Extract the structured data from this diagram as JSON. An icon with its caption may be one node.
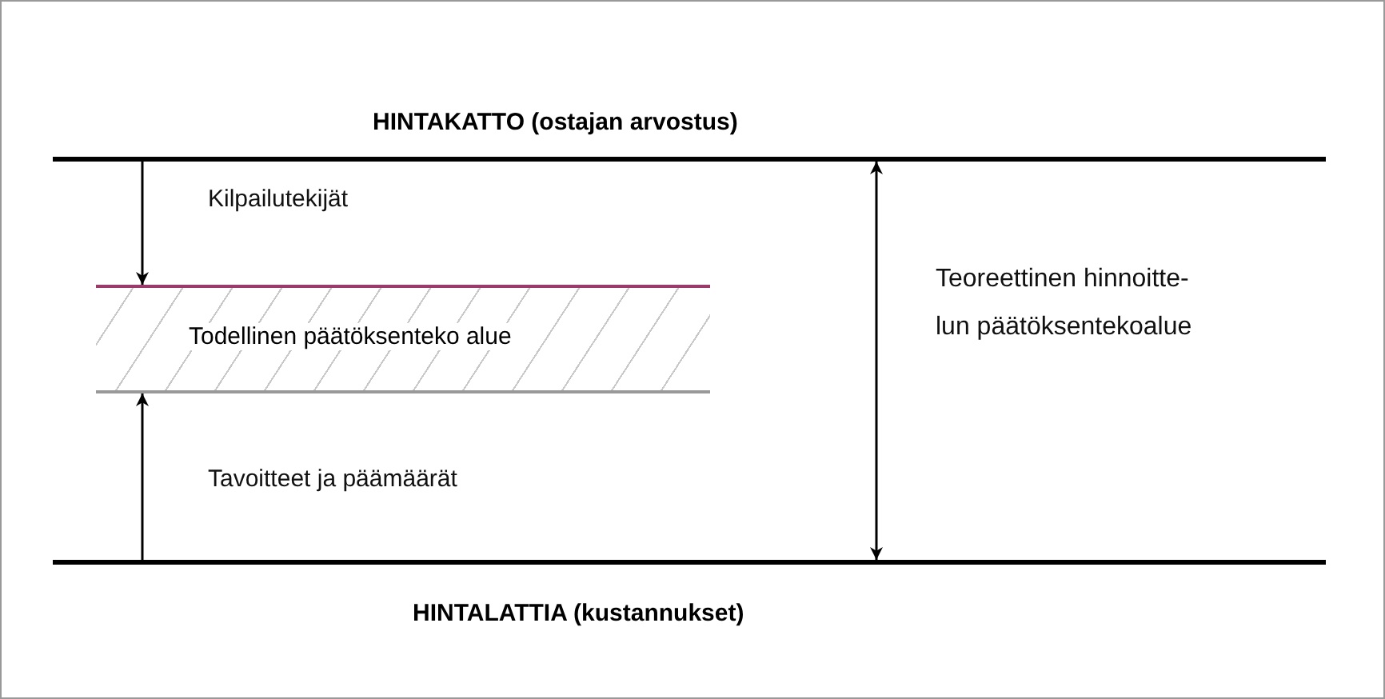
{
  "diagram": {
    "nodes": [
      {
        "text": [
          "HINTAKATTO (ostajan arvostus)"
        ]
      },
      {
        "text": [
          "Todellinen päätöksenteko alue"
        ]
      },
      {
        "text": [
          "HINTALATTIA (kustannukset)"
        ]
      }
    ],
    "edges": [
      {
        "from": 0,
        "to": 1,
        "arrow": "to",
        "label": "Kilpailutekijät"
      },
      {
        "from": 2,
        "to": 1,
        "arrow": "to",
        "label": "Tavoitteet ja päämäärät"
      },
      {
        "from": 0,
        "to": 2,
        "arrow": "both",
        "label": "Teoreettinen hinnoitte-lun päätöksentekoalue"
      }
    ]
  }
}
